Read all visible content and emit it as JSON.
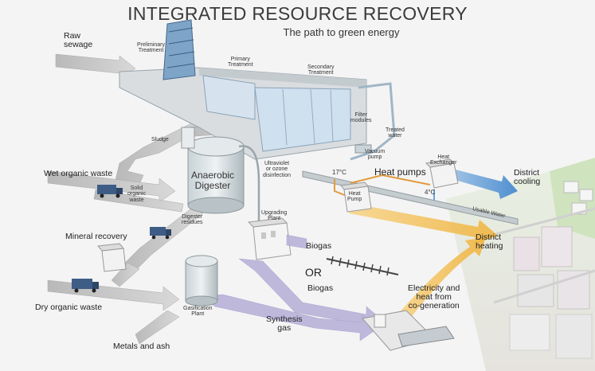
{
  "diagram": {
    "title": "INTEGRATED RESOURCE RECOVERY",
    "subtitle": "The path to green energy",
    "labels": {
      "raw_sewage": "Raw\nsewage",
      "preliminary_treatment": "Preliminary\nTreatment",
      "primary_treatment": "Primary\nTreatment",
      "secondary_treatment": "Secondary\nTreatment",
      "filter_modules": "Filter\nmodules",
      "treated_water": "Treated\nwater",
      "vacuum_pump": "Vacuum\npump",
      "sludge": "Sludge",
      "wet_organic_waste": "Wet organic waste",
      "solid_organic_waste": "Solid\norganic\nwaste",
      "anaerobic_digester": "Anaerobic\nDigester",
      "uv_disinfection": "Ultraviolet\nor ozone\ndisinfection",
      "temp_17": "17°C",
      "heat_pumps": "Heat pumps",
      "heat_exchanger": "Heat\nExchanger",
      "district_cooling": "District\ncooling",
      "heat_pump": "Heat\nPump",
      "temp_4": "4°C",
      "usable_water": "Usable Water",
      "digester_residues": "Digester\nresidues",
      "upgrading_plant": "Upgrading\nPlant",
      "mineral_recovery": "Mineral recovery",
      "biogas_1": "Biogas",
      "or": "OR",
      "biogas_2": "Biogas",
      "district_heating": "District\nheating",
      "electricity_heat": "Electricity and\nheat from\nco-generation",
      "gasification_plant": "Gasification\nPlant",
      "synthesis_gas": "Synthesis\ngas",
      "dry_organic_waste": "Dry organic waste",
      "metals_and_ash": "Metals and ash"
    }
  }
}
